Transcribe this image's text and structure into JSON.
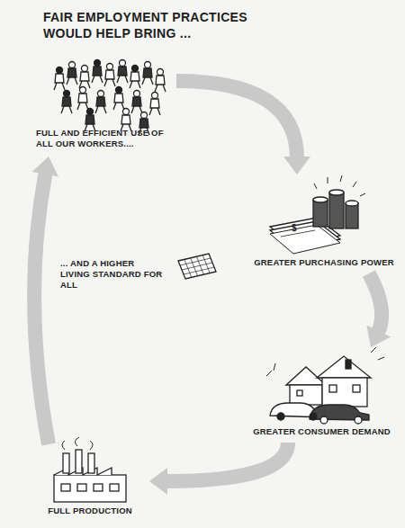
{
  "diagram": {
    "title": "FAIR EMPLOYMENT PRACTICES WOULD HELP BRING ...",
    "nodes": [
      {
        "text": [
          "FULL AND EFFICIENT USE OF ALL OUR WORKERS...."
        ]
      },
      {
        "text": [
          "GREATER PURCHASING POWER"
        ]
      },
      {
        "text": [
          "GREATER CONSUMER DEMAND"
        ]
      },
      {
        "text": [
          "FULL PRODUCTION"
        ]
      }
    ],
    "edges": [
      {
        "from": 0,
        "to": 1,
        "arrow": "to"
      },
      {
        "from": 1,
        "to": 2,
        "arrow": "to"
      },
      {
        "from": 2,
        "to": 3,
        "arrow": "to"
      },
      {
        "from": 3,
        "to": 0,
        "label": "... AND A HIGHER LIVING STANDARD FOR ALL",
        "arrow": "to"
      }
    ],
    "labels": [
      "$"
    ]
  }
}
